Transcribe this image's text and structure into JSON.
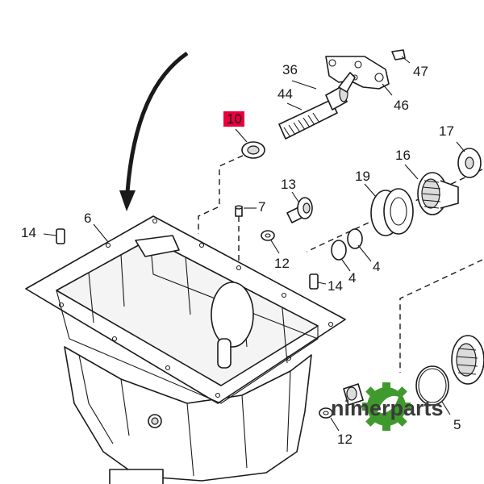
{
  "callouts": {
    "c36": "36",
    "c47": "47",
    "c44": "44",
    "c46": "46",
    "c10": "10",
    "c17": "17",
    "c16": "16",
    "c19": "19",
    "c13": "13",
    "c7": "7",
    "c14a": "14",
    "c6": "6",
    "c12a": "12",
    "c4a": "4",
    "c4b": "4",
    "c14b": "14",
    "c5": "5",
    "c12b": "12"
  },
  "highlight_color": "#e8003d",
  "watermark": {
    "text": "nimerparts",
    "icon": "gear-leaf-logo",
    "logo_color": "#3f9a2d"
  }
}
